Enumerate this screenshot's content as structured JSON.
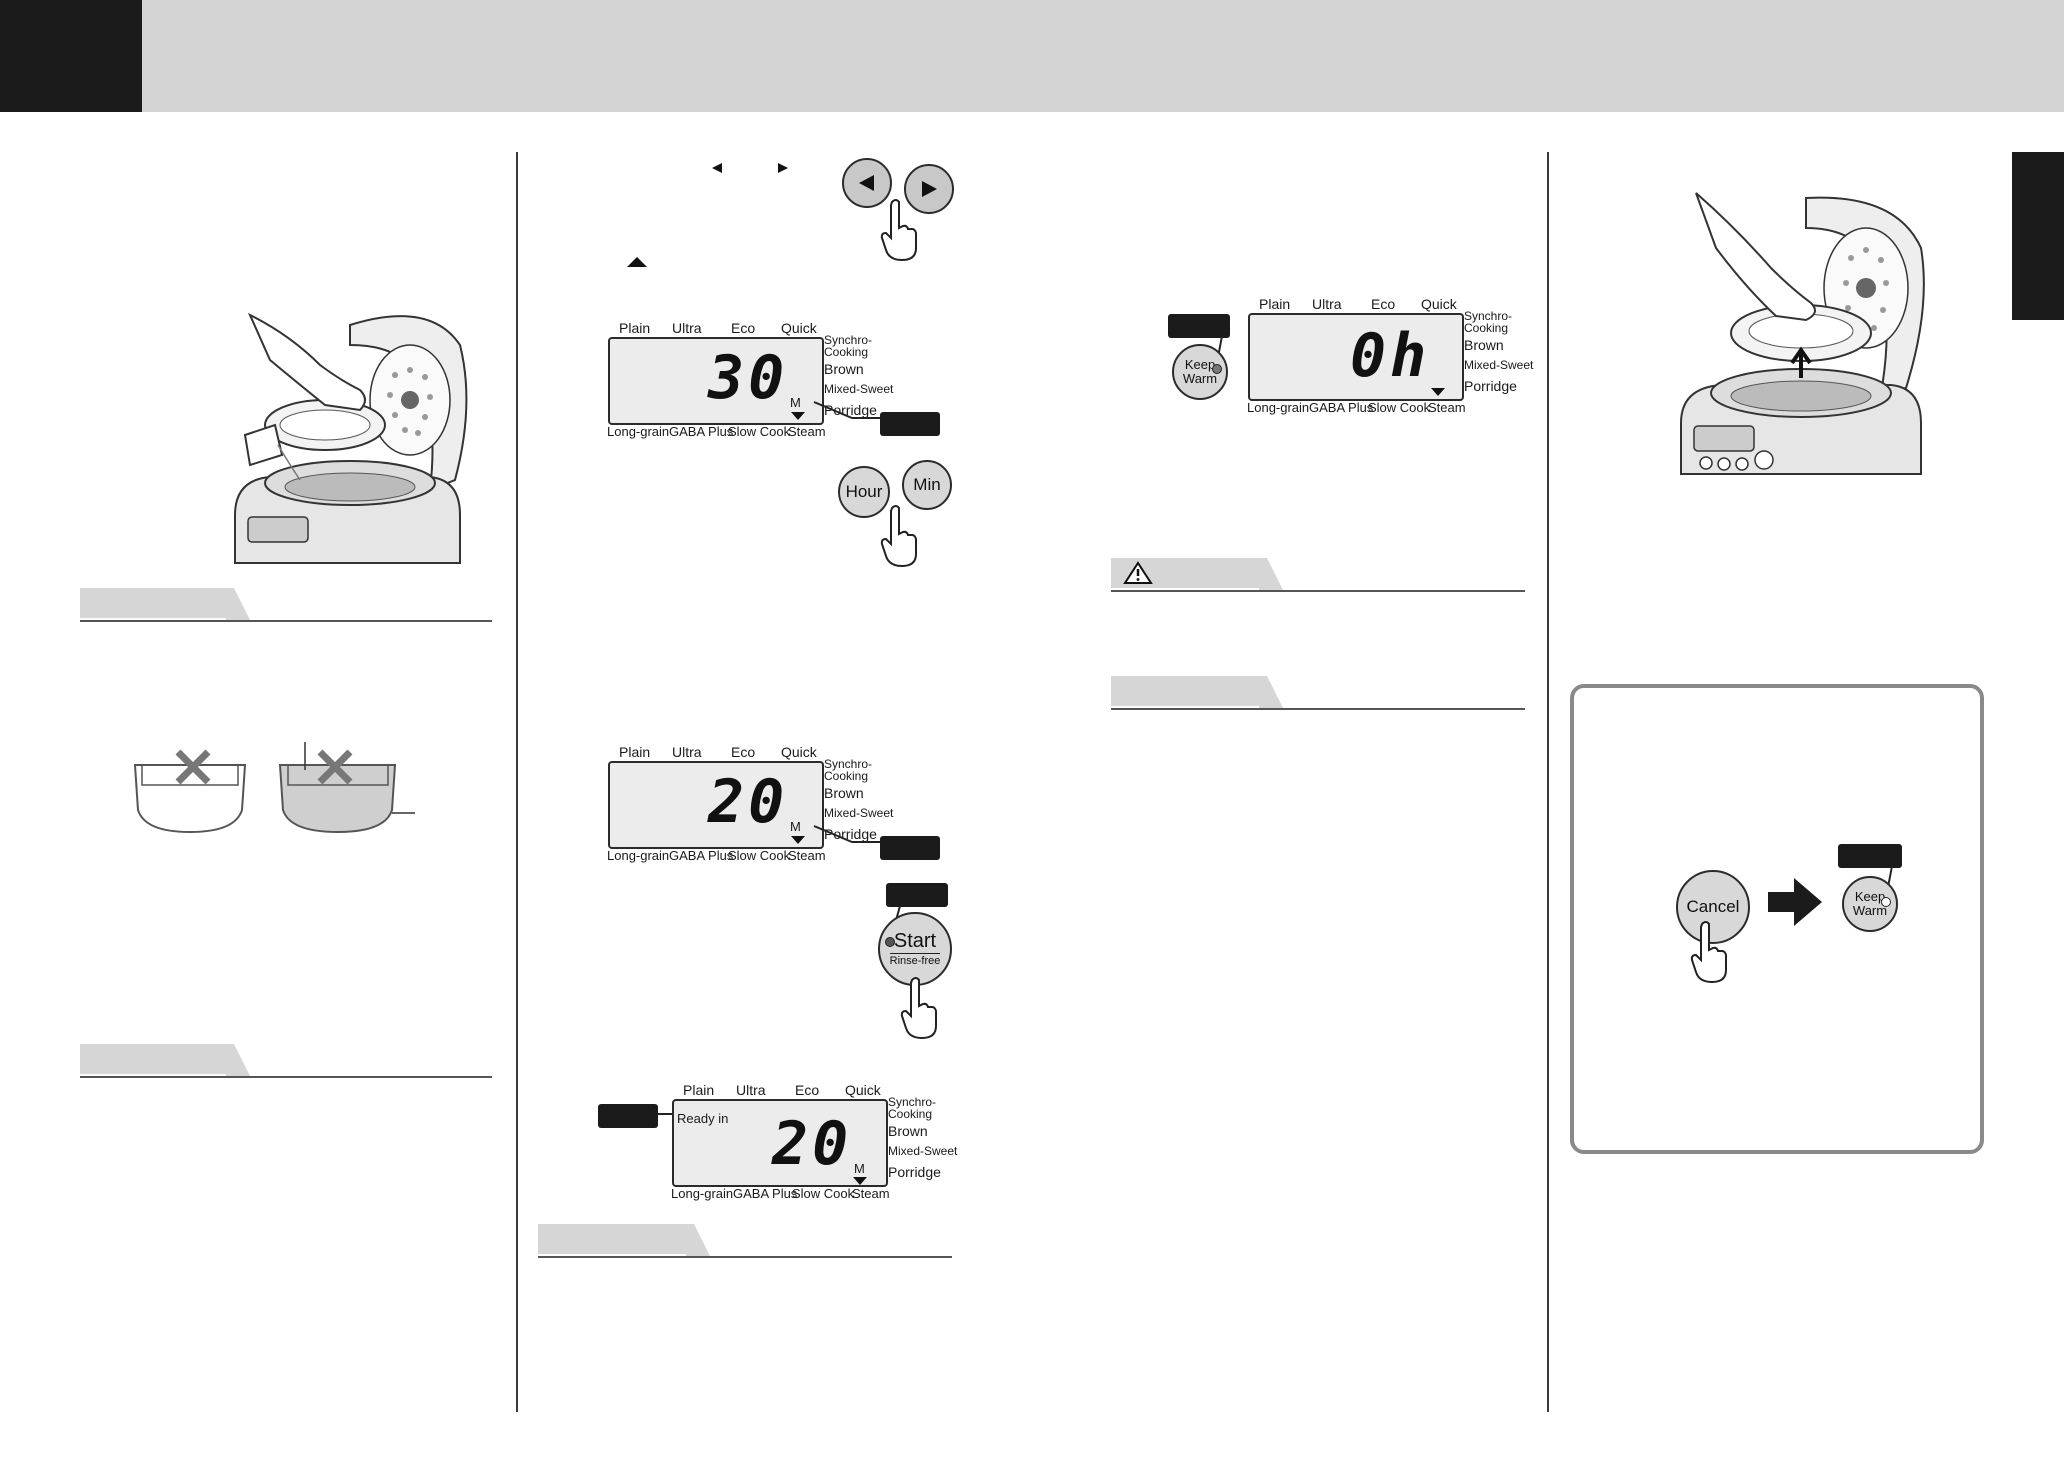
{
  "display1": {
    "menu_top": [
      "Plain",
      "Ultra",
      "Eco",
      "Quick"
    ],
    "menu_right": [
      "Synchro-",
      "Cooking",
      "Brown",
      "Mixed-Sweet",
      "Porridge"
    ],
    "menu_bottom": [
      "Long-grain",
      "GABA Plus",
      "Slow Cook",
      "Steam"
    ],
    "digits": "30",
    "unit": "M"
  },
  "display2": {
    "menu_top": [
      "Plain",
      "Ultra",
      "Eco",
      "Quick"
    ],
    "menu_right": [
      "Synchro-",
      "Cooking",
      "Brown",
      "Mixed-Sweet",
      "Porridge"
    ],
    "menu_bottom": [
      "Long-grain",
      "GABA Plus",
      "Slow Cook",
      "Steam"
    ],
    "digits": "20",
    "unit": "M"
  },
  "display3": {
    "menu_top": [
      "Plain",
      "Ultra",
      "Eco",
      "Quick"
    ],
    "menu_right": [
      "Synchro-",
      "Cooking",
      "Brown",
      "Mixed-Sweet",
      "Porridge"
    ],
    "menu_bottom": [
      "Long-grain",
      "GABA Plus",
      "Slow Cook",
      "Steam"
    ],
    "status": "Ready in",
    "digits": "20",
    "unit": "M"
  },
  "display4": {
    "menu_top": [
      "Plain",
      "Ultra",
      "Eco",
      "Quick"
    ],
    "menu_right": [
      "Synchro-",
      "Cooking",
      "Brown",
      "Mixed-Sweet",
      "Porridge"
    ],
    "menu_bottom": [
      "Long-grain",
      "GABA Plus",
      "Slow Cook",
      "Steam"
    ],
    "digits": "0h"
  },
  "buttons": {
    "hour": "Hour",
    "min": "Min",
    "start": "Start",
    "start_sub": "Rinse-free",
    "keep_warm_1": "Keep",
    "keep_warm_2": "Warm",
    "cancel": "Cancel"
  },
  "icons": {
    "warning": "warning-triangle-icon",
    "left_arrow": "left-arrow-icon",
    "right_arrow": "right-arrow-icon",
    "up_arrow": "up-arrow-icon",
    "pointing_hand": "pointing-hand-icon",
    "proceed_arrow": "right-arrow-icon"
  },
  "colors": {
    "band": "#d4d4d4",
    "dark": "#1b1b1b",
    "lcd": "#ececec"
  }
}
